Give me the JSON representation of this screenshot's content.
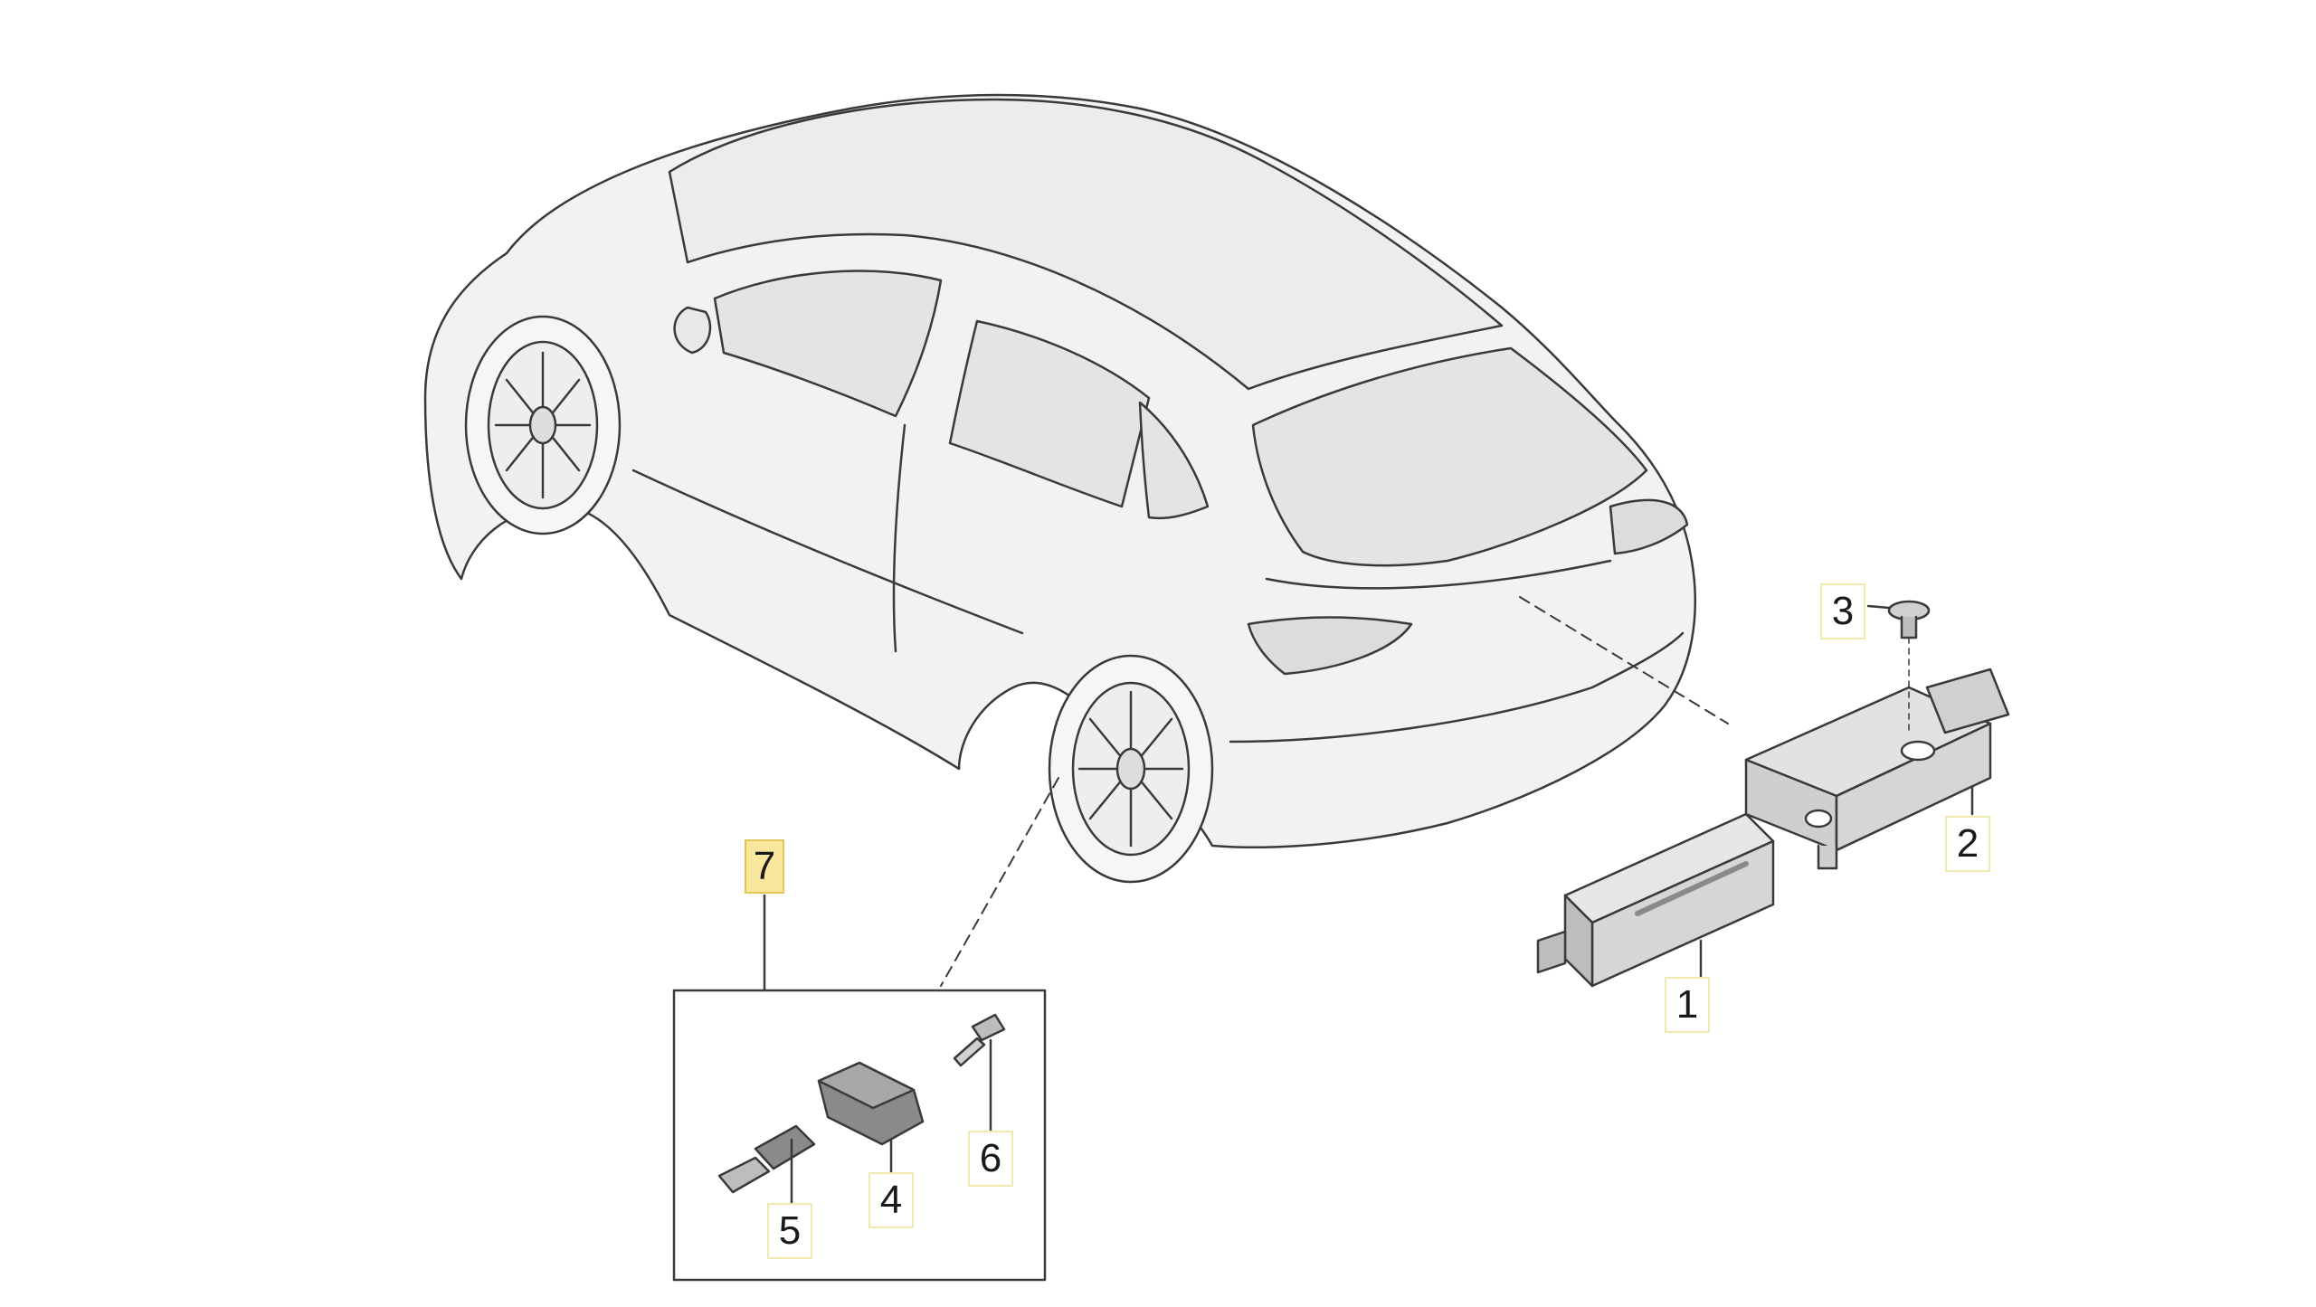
{
  "diagram": {
    "subject": "car",
    "callouts": [
      {
        "id": "c1",
        "label": "1",
        "highlight": false
      },
      {
        "id": "c2",
        "label": "2",
        "highlight": false
      },
      {
        "id": "c3",
        "label": "3",
        "highlight": false
      },
      {
        "id": "c4",
        "label": "4",
        "highlight": false
      },
      {
        "id": "c5",
        "label": "5",
        "highlight": false
      },
      {
        "id": "c6",
        "label": "6",
        "highlight": false
      },
      {
        "id": "c7",
        "label": "7",
        "highlight": true
      }
    ],
    "colors": {
      "line": "#3a3a3a",
      "car_fill": "#f2f2f2",
      "glass": "#e4e4e4",
      "part_fill": "#d6d6d6",
      "part_dark": "#8a8a8a",
      "callout_highlight": "#f8e79c"
    }
  }
}
